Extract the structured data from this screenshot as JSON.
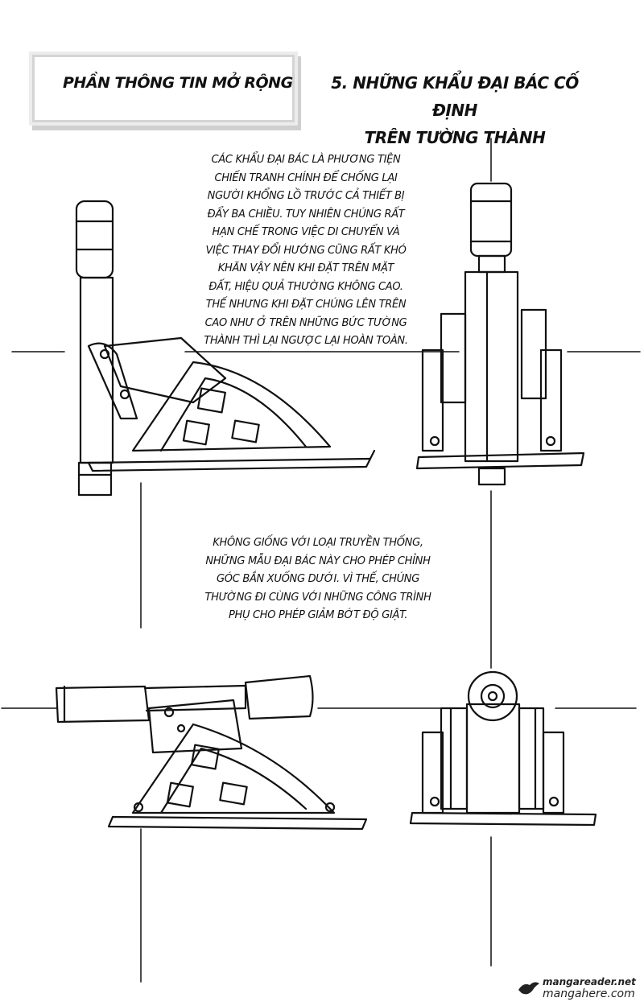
{
  "header": {
    "section_label": "PHẦN THÔNG TIN MỞ RỘNG",
    "title_line1": "5. NHỮNG KHẨU ĐẠI BÁC CỐ ĐỊNH",
    "title_line2": "TRÊN TƯỜNG THÀNH"
  },
  "paragraph_1": [
    "CÁC KHẨU ĐẠI BÁC LÀ PHƯƠNG TIỆN",
    "CHIẾN TRANH CHÍNH ĐỂ CHỐNG LẠI",
    "NGƯỜI KHỔNG LỒ TRƯỚC CẢ THIẾT BỊ",
    "ĐẨY BA CHIỀU. TUY NHIÊN CHÚNG RẤT",
    "HẠN CHẾ TRONG VIỆC DI CHUYỂN VÀ",
    "VIỆC THAY ĐỔI HƯỚNG CŨNG RẤT KHÓ",
    "KHĂN VẬY NÊN KHI ĐẶT TRÊN MẶT",
    "ĐẤT, HIỆU QUẢ THƯỜNG KHÔNG CAO.",
    "THẾ NHƯNG KHI ĐẶT CHÚNG LÊN TRÊN",
    "CAO NHƯ Ở TRÊN NHỮNG BỨC TƯỜNG",
    "THÀNH THÌ LẠI NGƯỢC LẠI HOÀN TOÀN."
  ],
  "paragraph_2": [
    "KHÔNG GIỐNG VỚI LOẠI TRUYỀN THỐNG,",
    "NHỮNG MẪU ĐẠI BÁC NÀY CHO PHÉP CHỈNH",
    "GÓC BẮN XUỐNG DƯỚI. VÌ THẾ, CHÚNG",
    "THƯỜNG ĐI CÙNG VỚI NHỮNG CÔNG TRÌNH",
    "PHỤ CHO PHÉP GIẢM BỚT ĐỘ GIẬT."
  ],
  "watermark": {
    "line1": "mangareader.net",
    "line2": "mangahere.com"
  },
  "colors": {
    "ink": "#111111",
    "paper": "#ffffff",
    "banner_border": "#d4d4d4"
  },
  "icons": [
    "cannon-side-view-upright",
    "cannon-front-view-upright",
    "cannon-side-view-lowered",
    "cannon-front-view-lowered",
    "bird-logo-icon"
  ]
}
